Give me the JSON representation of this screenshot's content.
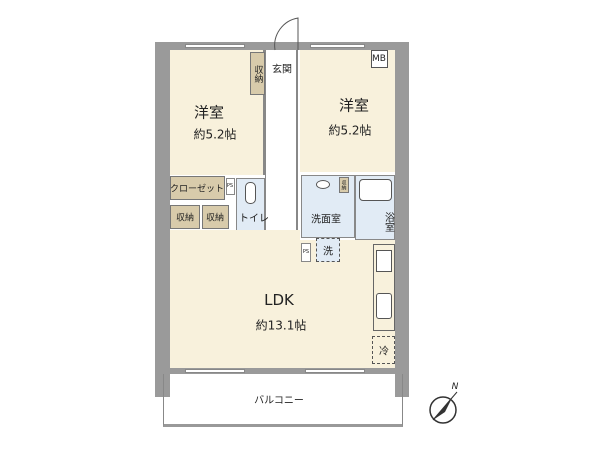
{
  "rooms": {
    "west_bedroom": {
      "name": "洋室",
      "area": "約5.2帖"
    },
    "east_bedroom": {
      "name": "洋室",
      "area": "約5.2帖"
    },
    "ldk": {
      "name": "LDK",
      "area": "約13.1帖"
    },
    "entrance": "玄関",
    "storage": "収納",
    "closet": "クローゼット",
    "storage2": "収納",
    "storage3": "収納",
    "washroom_storage": "収納",
    "toilet": "トイレ",
    "washroom": "洗面室",
    "bath": "浴室",
    "washer": "洗",
    "fridge": "冷",
    "meter_box": "MB",
    "ps1": "PS",
    "ps2": "PS",
    "balcony": "バルコニー"
  },
  "compass": "N",
  "colors": {
    "room": "#f8f1dc",
    "wet": "#e1ebf5",
    "storage": "#d8cbab",
    "wall": "#9a9a9a"
  }
}
